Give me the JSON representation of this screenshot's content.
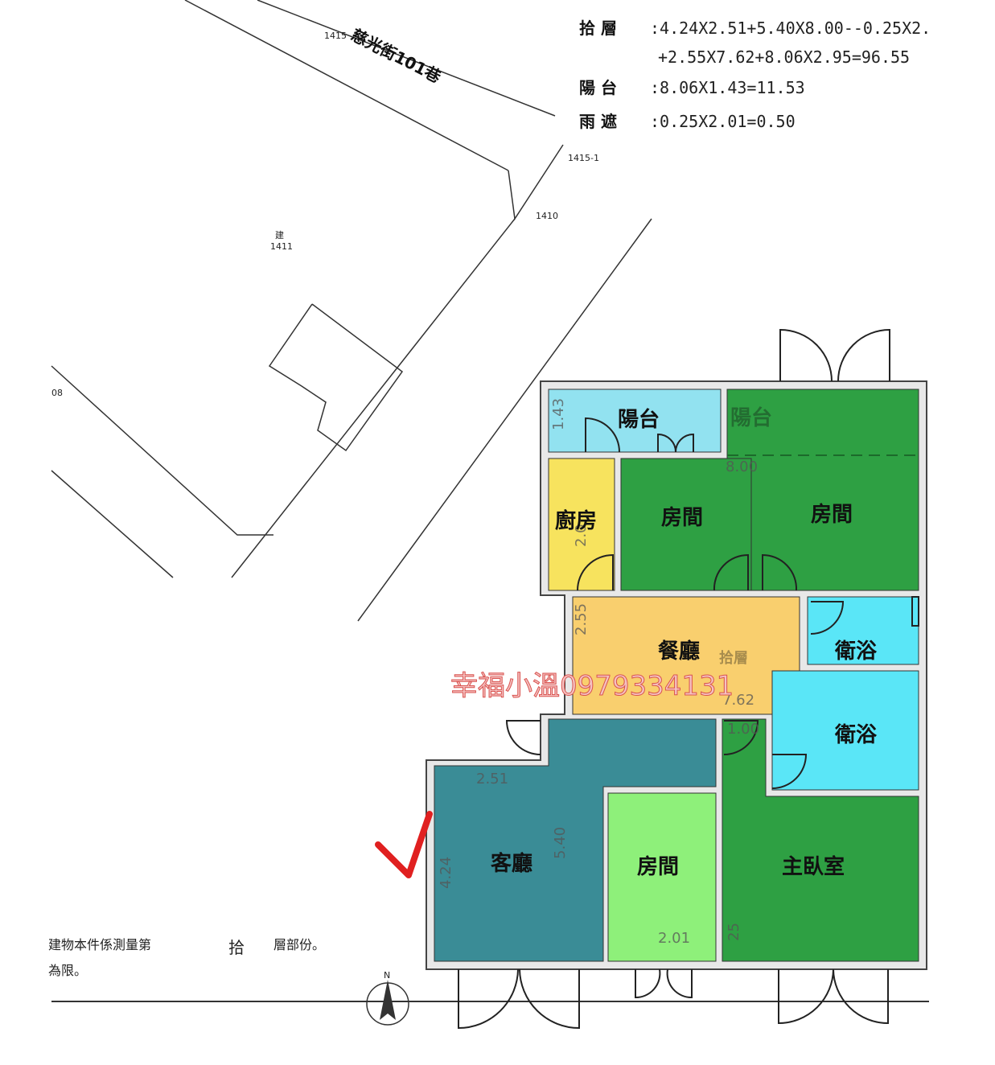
{
  "areas": {
    "row1_key": "拾  層",
    "row1_value": ":4.24X2.51+5.40X8.00--0.25X2.",
    "row1b_value": "+2.55X7.62+8.06X2.95=96.55",
    "row2_key": "陽  台",
    "row2_value": ":8.06X1.43=11.53",
    "row3_key": "雨  遮",
    "row3_value": ":0.25X2.01=0.50"
  },
  "site": {
    "street": "慈光街101巷",
    "parcel_1415": "1415",
    "parcel_1415_1": "1415-1",
    "parcel_1410": "1410",
    "parcel_1411": "1411",
    "parcel_1411_mark": "建",
    "parcel_edge": "08"
  },
  "rooms": {
    "balcony": "陽台",
    "balcony_ghost": "陽台",
    "kitchen": "廚房",
    "room_mid": "房間",
    "room_right": "房間",
    "dining": "餐廳",
    "bath1": "衛浴",
    "bath2": "衛浴",
    "living": "客廳",
    "room_small": "房間",
    "master": "主臥室",
    "floor_ghost": "拾層"
  },
  "dims": {
    "d143": "1.43",
    "d800": "8.00",
    "d2xx": "2.0",
    "d255": "2.55",
    "d762": "7.62",
    "d100": "1.00",
    "d251": "2.51",
    "d540": "5.40",
    "d424": "4.24",
    "d201": "2.01",
    "d025": "25"
  },
  "notes": {
    "line1a": "建物本件係測量第",
    "line1b": "拾",
    "line1c": "層部份。",
    "line2": "為限。",
    "north": "N"
  },
  "watermark": "幸福小溫0979334131",
  "colors": {
    "balcony": "#92e2f0",
    "kitchen": "#f7e35e",
    "room_green": "#2ea043",
    "dining": "#f9cf6e",
    "bath": "#5ae6f7",
    "living": "#3a8c96",
    "room_light": "#8ef07a",
    "check": "#e02020"
  }
}
